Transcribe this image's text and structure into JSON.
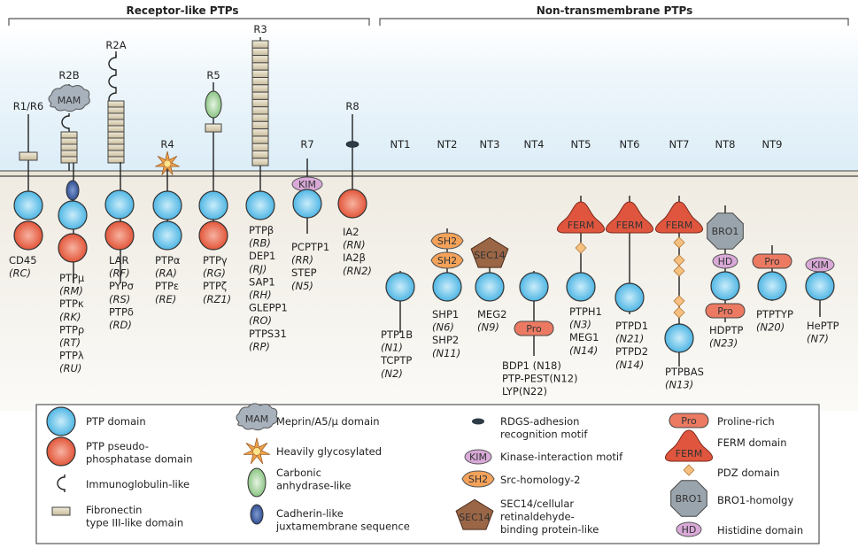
{
  "headers": {
    "receptor": "Receptor-like PTPs",
    "nontransmembrane": "Non-transmembrane PTPs"
  },
  "colors": {
    "ptp_domain": "#6cc3e8",
    "pseudo_domain": "#e5664a",
    "fibronectin": "#ddd3b8",
    "mam": "#a8b2bc",
    "glyco": "#f0a24a",
    "carbonic": "#9fd09a",
    "cadherin": "#3e5c9c",
    "rdgs": "#2e3c48",
    "kim": "#d9a9d8",
    "sh2": "#f4a25a",
    "sec14": "#9a6646",
    "pro": "#ec7a62",
    "ferm": "#e0553e",
    "pdz": "#f5c080",
    "bro1": "#9aa4ac",
    "hd": "#d9a9d8",
    "extracellular_bg": "#e3f1f9",
    "cytoplasm_bg": "#f3f0ea"
  },
  "groups": [
    {
      "id": "R1/R6",
      "label": "R1/R6",
      "names": [
        [
          "CD45",
          false
        ],
        [
          "(RC)",
          true
        ]
      ]
    },
    {
      "id": "R2B",
      "label": "R2B",
      "names": [
        [
          "PTPμ",
          false
        ],
        [
          "(RM)",
          true
        ],
        [
          "PTPκ",
          false
        ],
        [
          "(RK)",
          true
        ],
        [
          "PTPρ",
          false
        ],
        [
          "(RT)",
          true
        ],
        [
          "PTPλ",
          false
        ],
        [
          "(RU)",
          true
        ]
      ]
    },
    {
      "id": "R2A",
      "label": "R2A",
      "names": [
        [
          "LAR",
          false
        ],
        [
          "(RF)",
          true
        ],
        [
          "PYPσ",
          false
        ],
        [
          "(RS)",
          true
        ],
        [
          "PTPδ",
          false
        ],
        [
          "(RD)",
          true
        ]
      ]
    },
    {
      "id": "R4",
      "label": "R4",
      "names": [
        [
          "PTPα",
          false
        ],
        [
          "(RA)",
          true
        ],
        [
          "PTPε",
          false
        ],
        [
          "(RE)",
          true
        ]
      ]
    },
    {
      "id": "R5",
      "label": "R5",
      "names": [
        [
          "PTPγ",
          false
        ],
        [
          "(RG)",
          true
        ],
        [
          "PTPζ",
          false
        ],
        [
          "(RZ1)",
          true
        ]
      ]
    },
    {
      "id": "R3",
      "label": "R3",
      "names": [
        [
          "PTPβ",
          false
        ],
        [
          "(RB)",
          true
        ],
        [
          "DEP1",
          false
        ],
        [
          "(RJ)",
          true
        ],
        [
          "SAP1",
          false
        ],
        [
          "(RH)",
          true
        ],
        [
          "GLEPP1",
          false
        ],
        [
          "(RO)",
          true
        ],
        [
          "PTPS31",
          false
        ],
        [
          "(RP)",
          true
        ]
      ]
    },
    {
      "id": "R7",
      "label": "R7",
      "names": [
        [
          "PCPTP1",
          false
        ],
        [
          "(RR)",
          true
        ],
        [
          "STEP",
          false
        ],
        [
          "(N5)",
          true
        ]
      ]
    },
    {
      "id": "R8",
      "label": "R8",
      "names": [
        [
          "IA2",
          false
        ],
        [
          "(RN)",
          true
        ],
        [
          "IA2β",
          false
        ],
        [
          "(RN2)",
          true
        ]
      ]
    },
    {
      "id": "NT1",
      "label": "NT1",
      "names": [
        [
          "PTP1B",
          false
        ],
        [
          "(N1)",
          true
        ],
        [
          "TCPTP",
          false
        ],
        [
          "(N2)",
          true
        ]
      ]
    },
    {
      "id": "NT2",
      "label": "NT2",
      "names": [
        [
          "SHP1",
          false
        ],
        [
          "(N6)",
          true
        ],
        [
          "SHP2",
          false
        ],
        [
          "(N11)",
          true
        ]
      ]
    },
    {
      "id": "NT3",
      "label": "NT3",
      "names": [
        [
          "MEG2",
          false
        ],
        [
          "(N9)",
          true
        ]
      ]
    },
    {
      "id": "NT4",
      "label": "NT4",
      "names": [
        [
          "BDP1 (N18)",
          false
        ],
        [
          "PTP-PEST(N12)",
          false
        ],
        [
          "LYP(N22)",
          false
        ]
      ]
    },
    {
      "id": "NT5",
      "label": "NT5",
      "names": [
        [
          "PTPH1",
          false
        ],
        [
          "(N3)",
          true
        ],
        [
          "MEG1",
          false
        ],
        [
          "(N14)",
          true
        ]
      ]
    },
    {
      "id": "NT6",
      "label": "NT6",
      "names": [
        [
          "PTPD1",
          false
        ],
        [
          "(N21)",
          true
        ],
        [
          "PTPD2",
          false
        ],
        [
          "(N14)",
          true
        ]
      ]
    },
    {
      "id": "NT7",
      "label": "NT7",
      "names": [
        [
          "PTPBAS",
          false
        ],
        [
          "(N13)",
          true
        ]
      ]
    },
    {
      "id": "NT8",
      "label": "NT8",
      "names": [
        [
          "HDPTP",
          false
        ],
        [
          "(N23)",
          true
        ]
      ]
    },
    {
      "id": "NT9a",
      "label": "NT9",
      "names": [
        [
          "PTPTYP",
          false
        ],
        [
          "(N20)",
          true
        ]
      ]
    },
    {
      "id": "NT9b",
      "label": "",
      "names": [
        [
          "HePTP",
          false
        ],
        [
          "(N7)",
          true
        ]
      ]
    }
  ],
  "domain_tags": {
    "mam": "MAM",
    "kim": "KIM",
    "sh2": "SH2",
    "sec14": "SEC14",
    "pro": "Pro",
    "ferm": "FERM",
    "bro1": "BRO1",
    "hd": "HD"
  },
  "legend": [
    {
      "icon": "ptp",
      "text": [
        "PTP domain"
      ]
    },
    {
      "icon": "pseudo",
      "text": [
        "PTP pseudo-",
        "phosphatase domain"
      ]
    },
    {
      "icon": "ig",
      "text": [
        "Immunoglobulin-like"
      ]
    },
    {
      "icon": "fn",
      "text": [
        "Fibronectin",
        "type III-like domain"
      ]
    },
    {
      "icon": "mam",
      "text": [
        "Meprin/A5/μ domain"
      ]
    },
    {
      "icon": "glyco",
      "text": [
        "Heavily glycosylated"
      ]
    },
    {
      "icon": "carbonic",
      "text": [
        "Carbonic",
        "anhydrase-like"
      ]
    },
    {
      "icon": "cadherin",
      "text": [
        "Cadherin-like",
        "juxtamembrane sequence"
      ]
    },
    {
      "icon": "rdgs",
      "text": [
        "RDGS-adhesion",
        "recognition motif"
      ]
    },
    {
      "icon": "kim",
      "text": [
        "Kinase-interaction motif"
      ]
    },
    {
      "icon": "sh2",
      "text": [
        "Src-homology-2"
      ]
    },
    {
      "icon": "sec14",
      "text": [
        "SEC14/cellular",
        "retinaldehyde-",
        "binding protein-like"
      ]
    },
    {
      "icon": "pro",
      "text": [
        "Proline-rich"
      ]
    },
    {
      "icon": "ferm",
      "text": [
        "FERM domain"
      ]
    },
    {
      "icon": "pdz",
      "text": [
        "PDZ domain"
      ]
    },
    {
      "icon": "bro1",
      "text": [
        "BRO1-homolgy"
      ]
    },
    {
      "icon": "hd",
      "text": [
        "Histidine domain"
      ]
    }
  ]
}
